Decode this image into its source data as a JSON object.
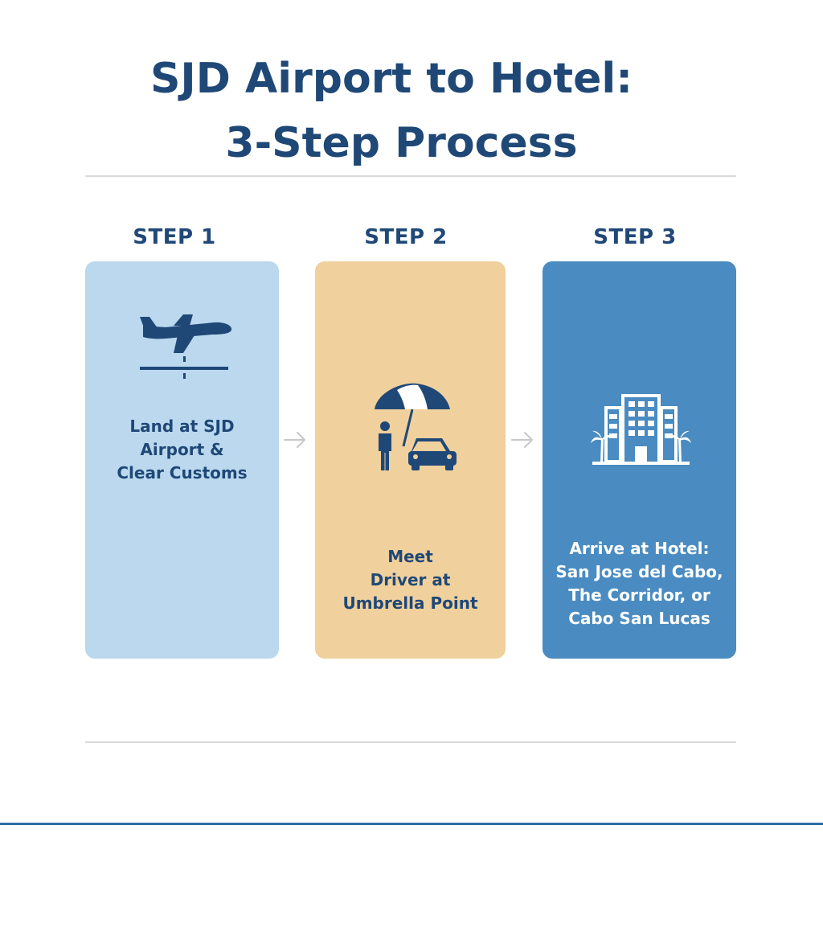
{
  "title": {
    "line1": "SJD Airport to Hotel:",
    "line2": "3-Step Process"
  },
  "steps": [
    {
      "label": "STEP 1",
      "text": "Land at SJD\nAirport &\nClear Customs",
      "icon": "plane-landing-icon",
      "color": "#bbd8ee"
    },
    {
      "label": "STEP 2",
      "text": "Meet\nDriver at\nUmbrella Point",
      "icon": "umbrella-person-car-icon",
      "color": "#f0d09c"
    },
    {
      "label": "STEP 3",
      "text": "Arrive at Hotel:\nSan Jose del Cabo,\nThe Corridor, or\nCabo San Lucas",
      "icon": "hotel-palm-trees-icon",
      "color": "#4a8bc1"
    }
  ],
  "colors": {
    "title": "#1f4877",
    "divider": "#d9d9d9",
    "footer_rule": "#2e6da8",
    "arrow": "#c8c8c8"
  }
}
